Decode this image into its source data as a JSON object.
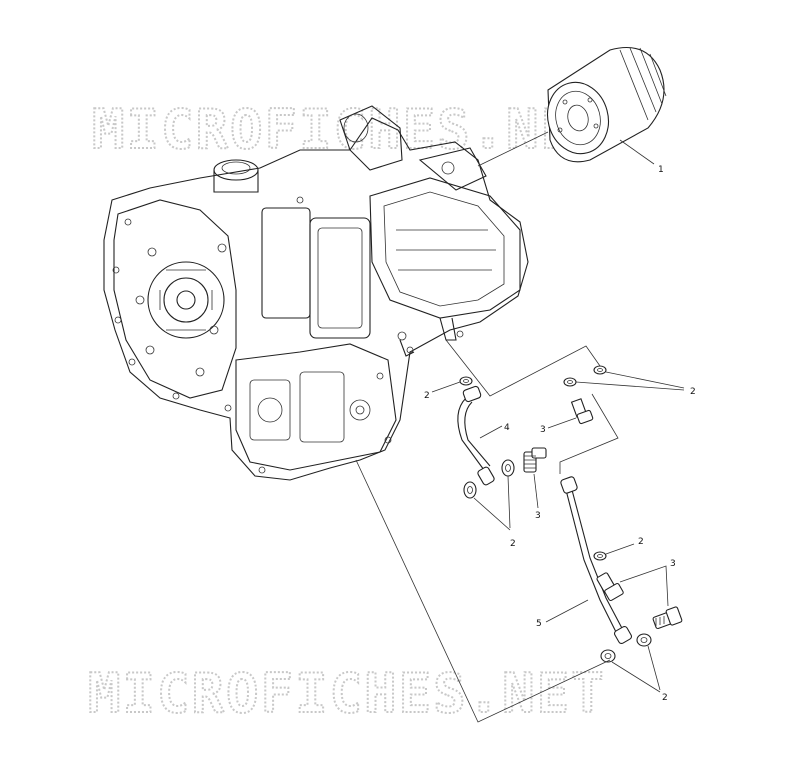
{
  "watermark": {
    "text": "MICROFICHES.NET",
    "color": "#c8c8c8"
  },
  "callouts": {
    "oil_filter": "1",
    "washers_upper_left": "2",
    "washers_upper_right": "2",
    "bolt_upper": "3",
    "bolt_middle": "3",
    "washers_lower_middle": "2",
    "oil_line_upper": "4",
    "washer_lower_right": "2",
    "bolts_lower": "3",
    "oil_line_lower": "5",
    "washers_bottom": "2"
  },
  "colors": {
    "line": "#222222",
    "background": "#ffffff"
  }
}
